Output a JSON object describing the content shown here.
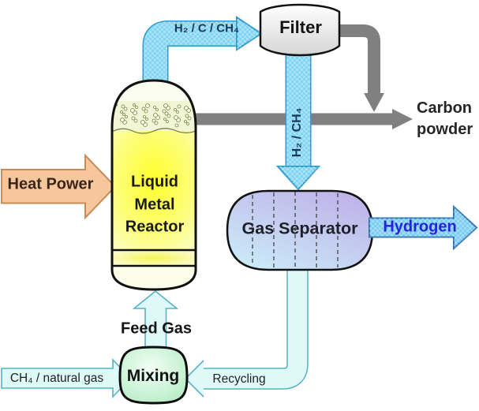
{
  "diagram": {
    "nodes": {
      "reactor": {
        "line1": "Liquid",
        "line2": "Metal",
        "line3": "Reactor"
      },
      "filter": {
        "label": "Filter"
      },
      "gas_separator": {
        "label": "Gas Separator"
      },
      "mixing": {
        "label": "Mixing"
      }
    },
    "labels": {
      "heat_power": "Heat Power",
      "reactor_out_pipe": "H₂ / C / CH₄",
      "filter_out_pipe": "H₂ / CH₄",
      "carbon_powder": "Carbon powder",
      "hydrogen": "Hydrogen",
      "feed_gas": "Feed Gas",
      "ch4_in": "CH₄ / natural gas",
      "recycling": "Recycling"
    },
    "colors": {
      "pipe_blue": "#82D5F2",
      "pipe_blue_outline": "#2F9BD0",
      "gray_pipe": "#808080",
      "cyan_pipe": "#DFF9F9",
      "cyan_outline": "#54B2C8",
      "heat_fill": "#F6C79C",
      "heat_outline": "#C98B55",
      "hydrogen_fill": "#7BCDF2",
      "hydrogen_outline": "#2E75B6",
      "hydrogen_text": "#2323D9",
      "pipe_label_text": "#17375E",
      "ink": "#1A1A1A",
      "reactor_yellow": "#FFFF2B",
      "mixing_green": "#A8E9BA",
      "separator_purple": "#BFB2E8",
      "separator_cyan": "#CBEEF9"
    }
  }
}
